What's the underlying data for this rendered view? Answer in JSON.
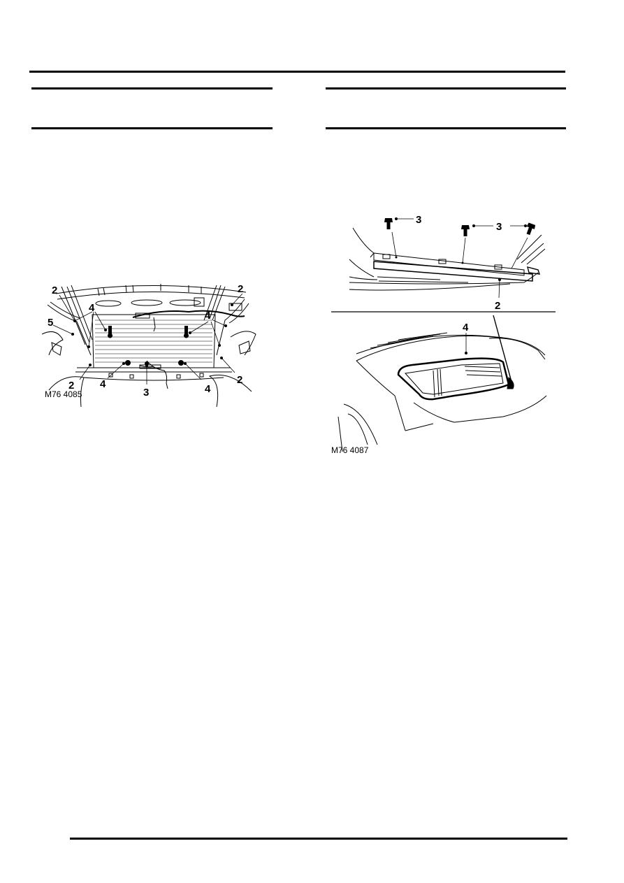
{
  "page": {
    "header_rule_color": "#000000",
    "left_column": {
      "section_title": "",
      "figure": {
        "ref": "M76 4085",
        "callouts": [
          {
            "label": "2",
            "pos": "top-left"
          },
          {
            "label": "2",
            "pos": "top-right"
          },
          {
            "label": "4",
            "pos": "upper-left"
          },
          {
            "label": "4",
            "pos": "upper-right"
          },
          {
            "label": "5",
            "pos": "left"
          },
          {
            "label": "2",
            "pos": "bottom-left"
          },
          {
            "label": "4",
            "pos": "bottom-left-center"
          },
          {
            "label": "3",
            "pos": "bottom-center"
          },
          {
            "label": "4",
            "pos": "bottom-right-center"
          },
          {
            "label": "2",
            "pos": "bottom-right"
          }
        ]
      }
    },
    "right_column": {
      "section_title": "",
      "figure": {
        "ref": "M76 4087",
        "callouts_top": [
          {
            "label": "3",
            "pos": "left-bolt"
          },
          {
            "label": "3",
            "pos": "middle-right-bolts"
          },
          {
            "label": "2",
            "pos": "trim-strip"
          }
        ],
        "callouts_bottom": [
          {
            "label": "4",
            "pos": "sunroof-seal"
          }
        ]
      }
    }
  }
}
